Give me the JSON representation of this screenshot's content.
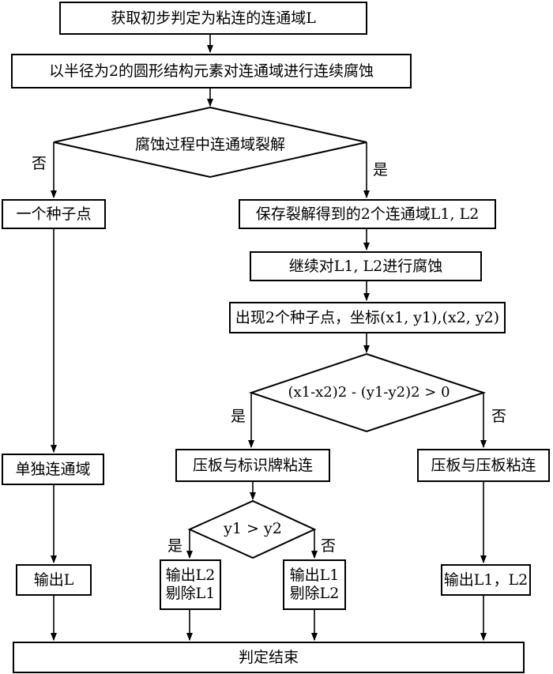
{
  "nodes": {
    "start": "获取初步判定为粘连的连通域L",
    "erode": "以半径为2的圆形结构元素对连通域进行连续腐蚀",
    "split_decision": "腐蚀过程中连通域裂解",
    "one_seed": "一个种子点",
    "save": "保存裂解得到的2个连通域L1, L2",
    "continue": "继续对L1, L2进行腐蚀",
    "two_seeds": "出现2个种子点，坐标(x1, y1),(x2, y2)",
    "dist_decision": "(x1-x2)2 - (y1-y2)2 > 0",
    "single": "单独连通域",
    "plate_label": "压板与标识牌粘连",
    "plate_plate": "压板与压板粘连",
    "y_decision": "y1 > y2",
    "out_L": "输出L",
    "out_L2_line1": "输出L2",
    "out_L2_line2": "剔除L1",
    "out_L1_line1": "输出L1",
    "out_L1_line2": "剔除L2",
    "out_both": "输出L1，L2",
    "end": "判定结束"
  },
  "branch_labels": {
    "split_no": "否",
    "split_yes": "是",
    "dist_yes": "是",
    "dist_no": "否",
    "y_yes": "是",
    "y_no": "否"
  }
}
